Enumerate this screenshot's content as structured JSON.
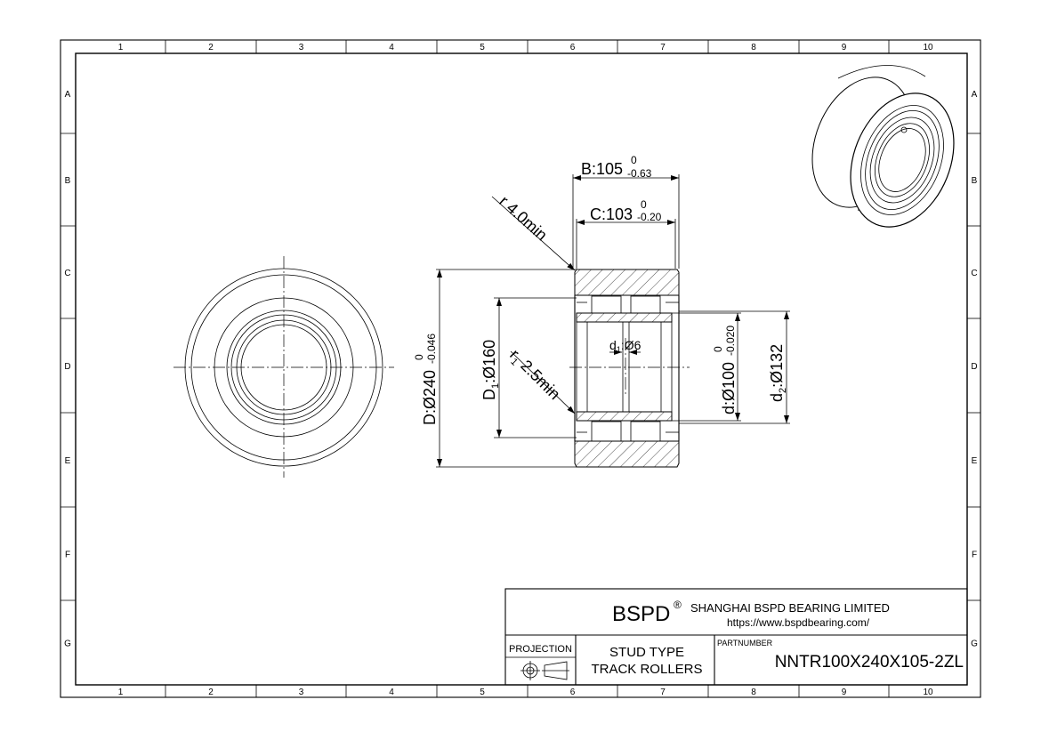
{
  "grid": {
    "columns": [
      "1",
      "2",
      "3",
      "4",
      "5",
      "6",
      "7",
      "8",
      "9",
      "10"
    ],
    "rows": [
      "A",
      "B",
      "C",
      "D",
      "E",
      "F",
      "G"
    ]
  },
  "dimensions": {
    "B_main": "B:105",
    "B_tol_upper": "0",
    "B_tol_lower": "-0.63",
    "C_main": "C:103",
    "C_tol_upper": "0",
    "C_tol_lower": "-0.20",
    "r_label": "r 4.0min",
    "r1_prefix": "r",
    "r1_sub": "1",
    "r1_value": " 2.5min",
    "D_main": "D:Ø240",
    "D_tol_upper": "0",
    "D_tol_lower": "-0.046",
    "D1_prefix": "D",
    "D1_sub": "1",
    "D1_value": ":Ø160",
    "d1_prefix": "d",
    "d1_sub": "1",
    "d1_value": ":Ø6",
    "d_main": "d:Ø100",
    "d_tol_upper": "0",
    "d_tol_lower": "-0.020",
    "d2_prefix": "d",
    "d2_sub": "2",
    "d2_value": ":Ø132"
  },
  "title_block": {
    "brand": "BSPD",
    "registered": "®",
    "company": "SHANGHAI BSPD BEARING LIMITED",
    "website": "https://www.bspdbearing.com/",
    "projection_label": "PROJECTION",
    "type_line1": "STUD TYPE",
    "type_line2": "TRACK ROLLERS",
    "partnumber_label": "PARTNUMBER",
    "partnumber": "NNTR100X240X105-2ZL"
  },
  "icons": {
    "projection_symbol": "third-angle-projection-icon",
    "bearing_render": "bearing-3d-icon"
  }
}
